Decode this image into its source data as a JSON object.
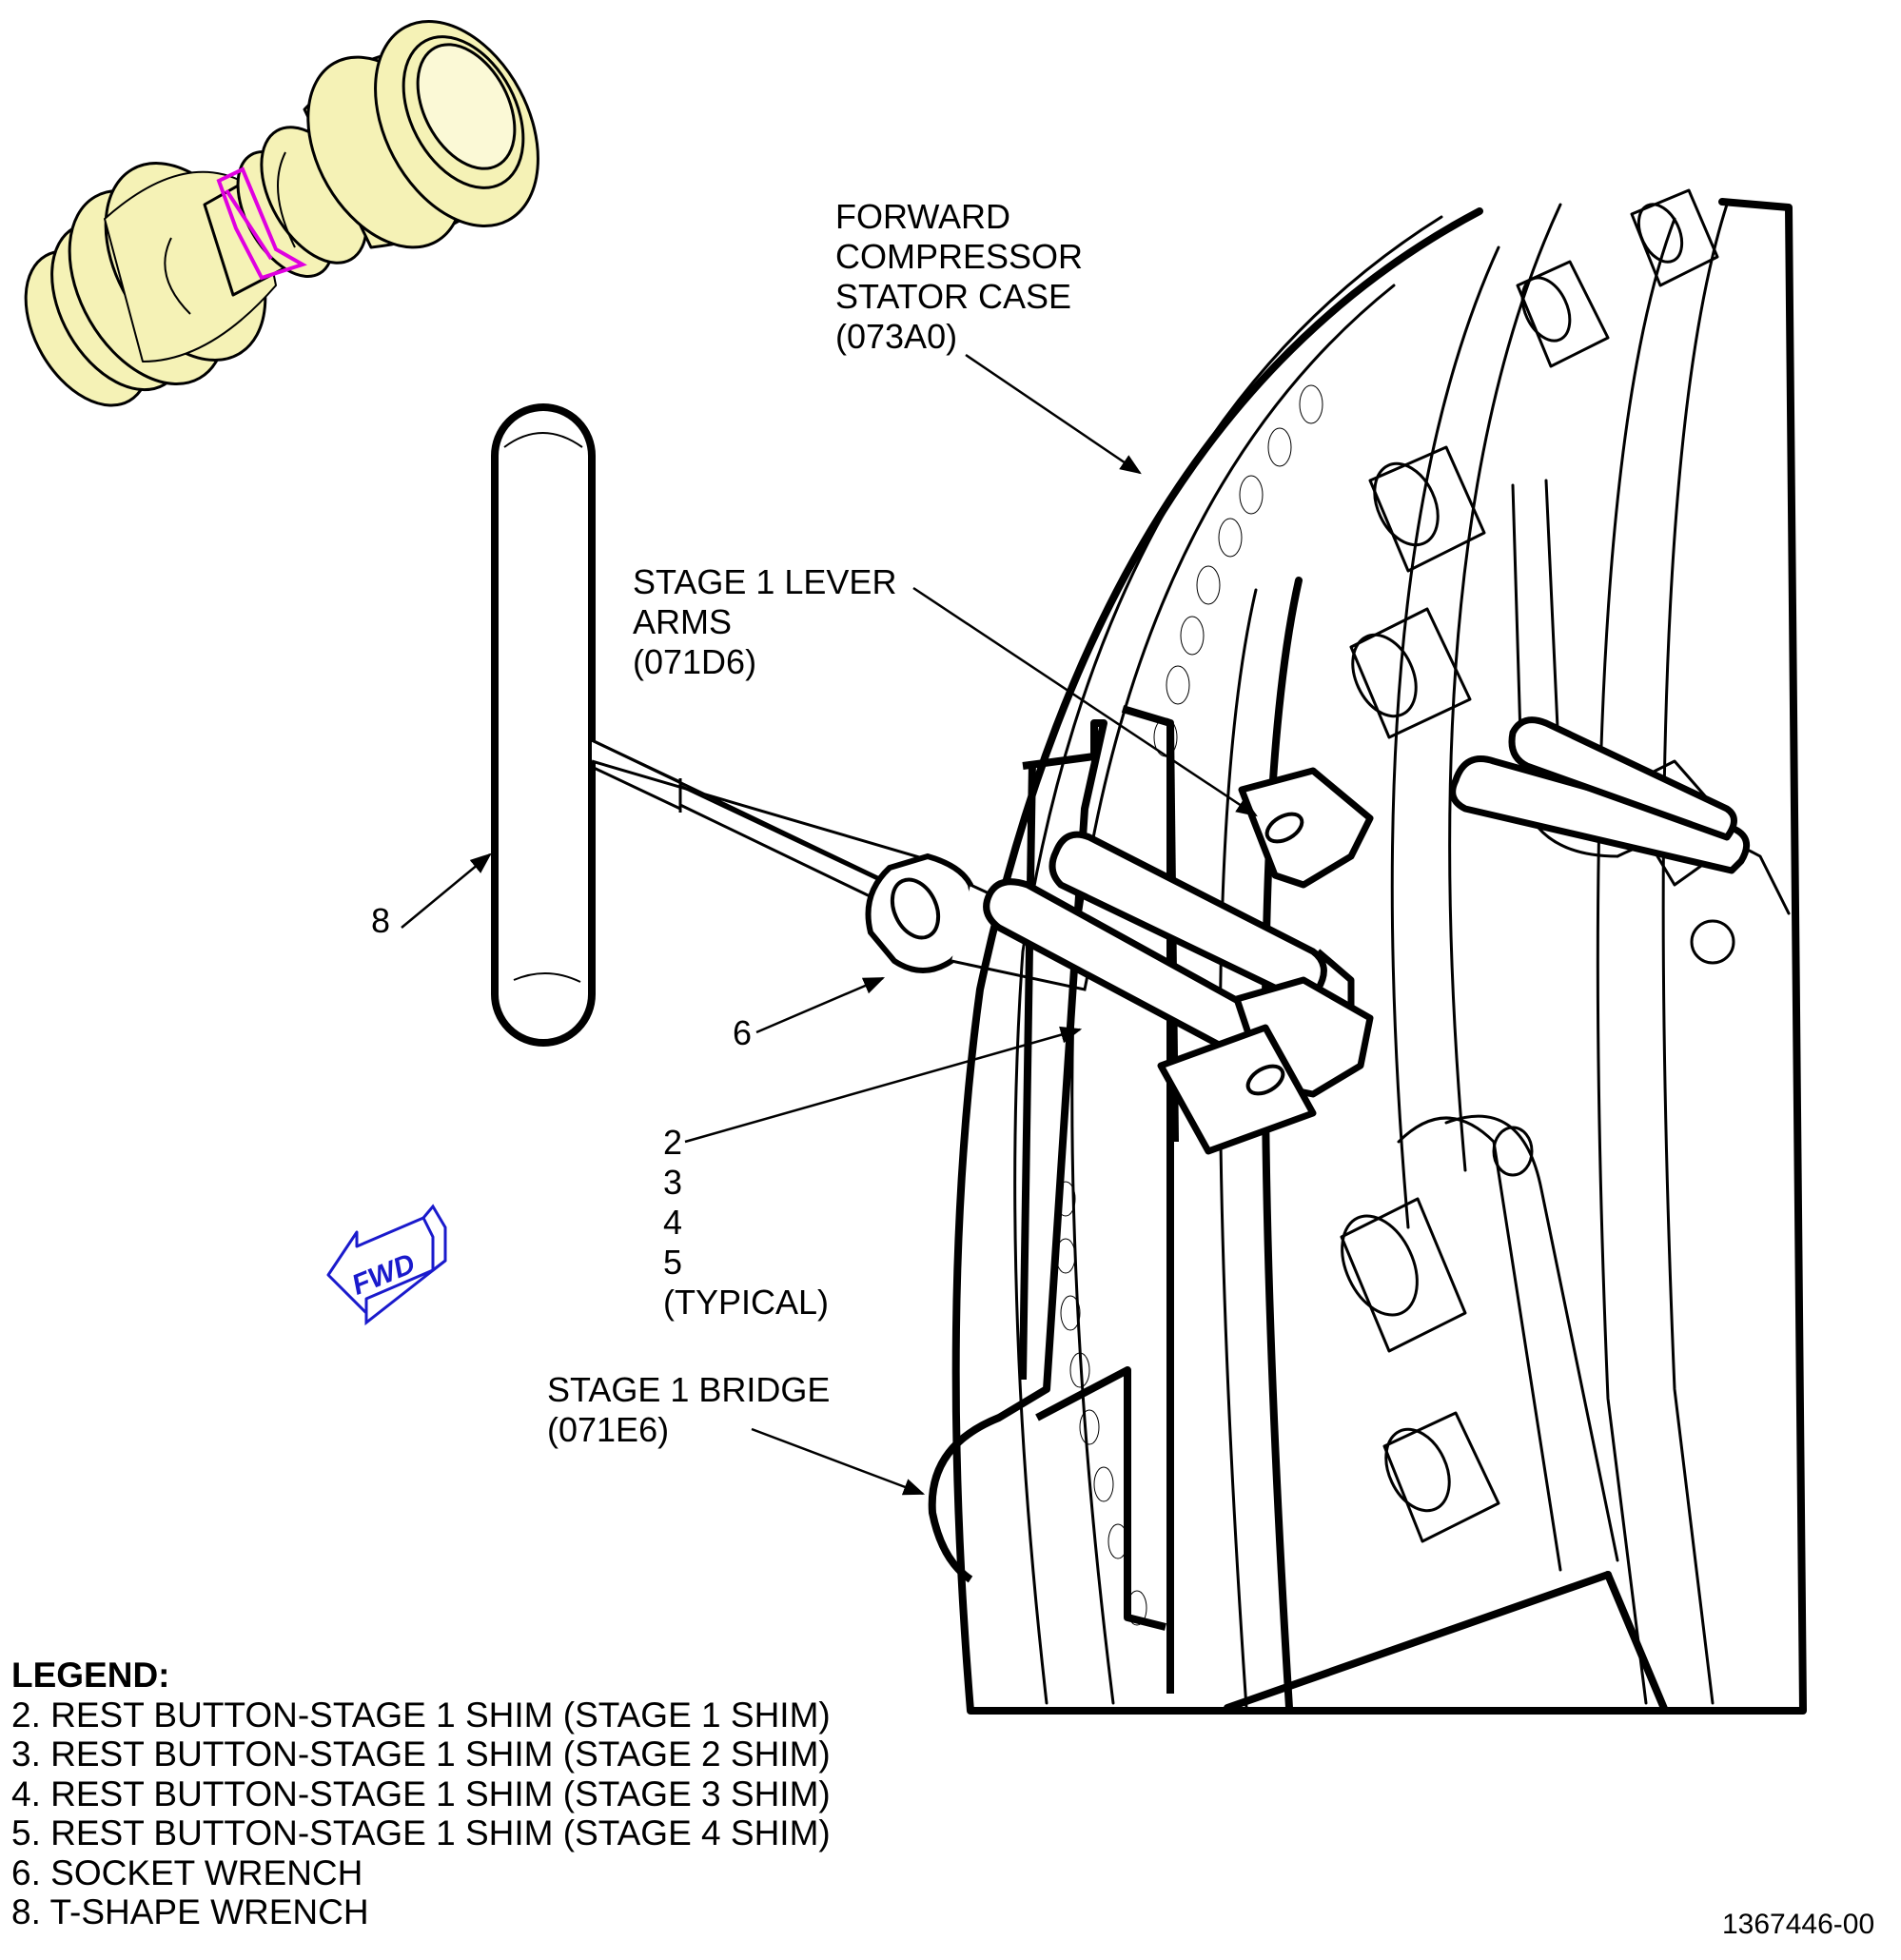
{
  "callouts": {
    "case": [
      "FORWARD",
      "COMPRESSOR",
      "STATOR CASE",
      "(073A0)"
    ],
    "lever": [
      "STAGE 1 LEVER",
      "ARMS",
      "(071D6)"
    ],
    "bridge": [
      "STAGE 1 BRIDGE",
      "(071E6)"
    ],
    "shims": [
      "2",
      "3",
      "4",
      "5",
      "(TYPICAL)"
    ],
    "socket": "6",
    "twrench": "8"
  },
  "fwd_label": "FWD",
  "legend": {
    "title": "LEGEND:",
    "items": [
      "2. REST BUTTON-STAGE 1 SHIM (STAGE 1 SHIM)",
      "3. REST BUTTON-STAGE 1 SHIM (STAGE 2 SHIM)",
      "4. REST BUTTON-STAGE 1 SHIM (STAGE 3 SHIM)",
      "5. REST BUTTON-STAGE 1 SHIM (STAGE 4 SHIM)",
      "6. SOCKET WRENCH",
      "8. T-SHAPE WRENCH"
    ]
  },
  "figure_id": "1367446-00",
  "colors": {
    "line": "#000000",
    "rest_button_fill": "#f5f2b6",
    "shim_highlight": "#e000e0",
    "fwd_arrow": "#1a1acc"
  }
}
